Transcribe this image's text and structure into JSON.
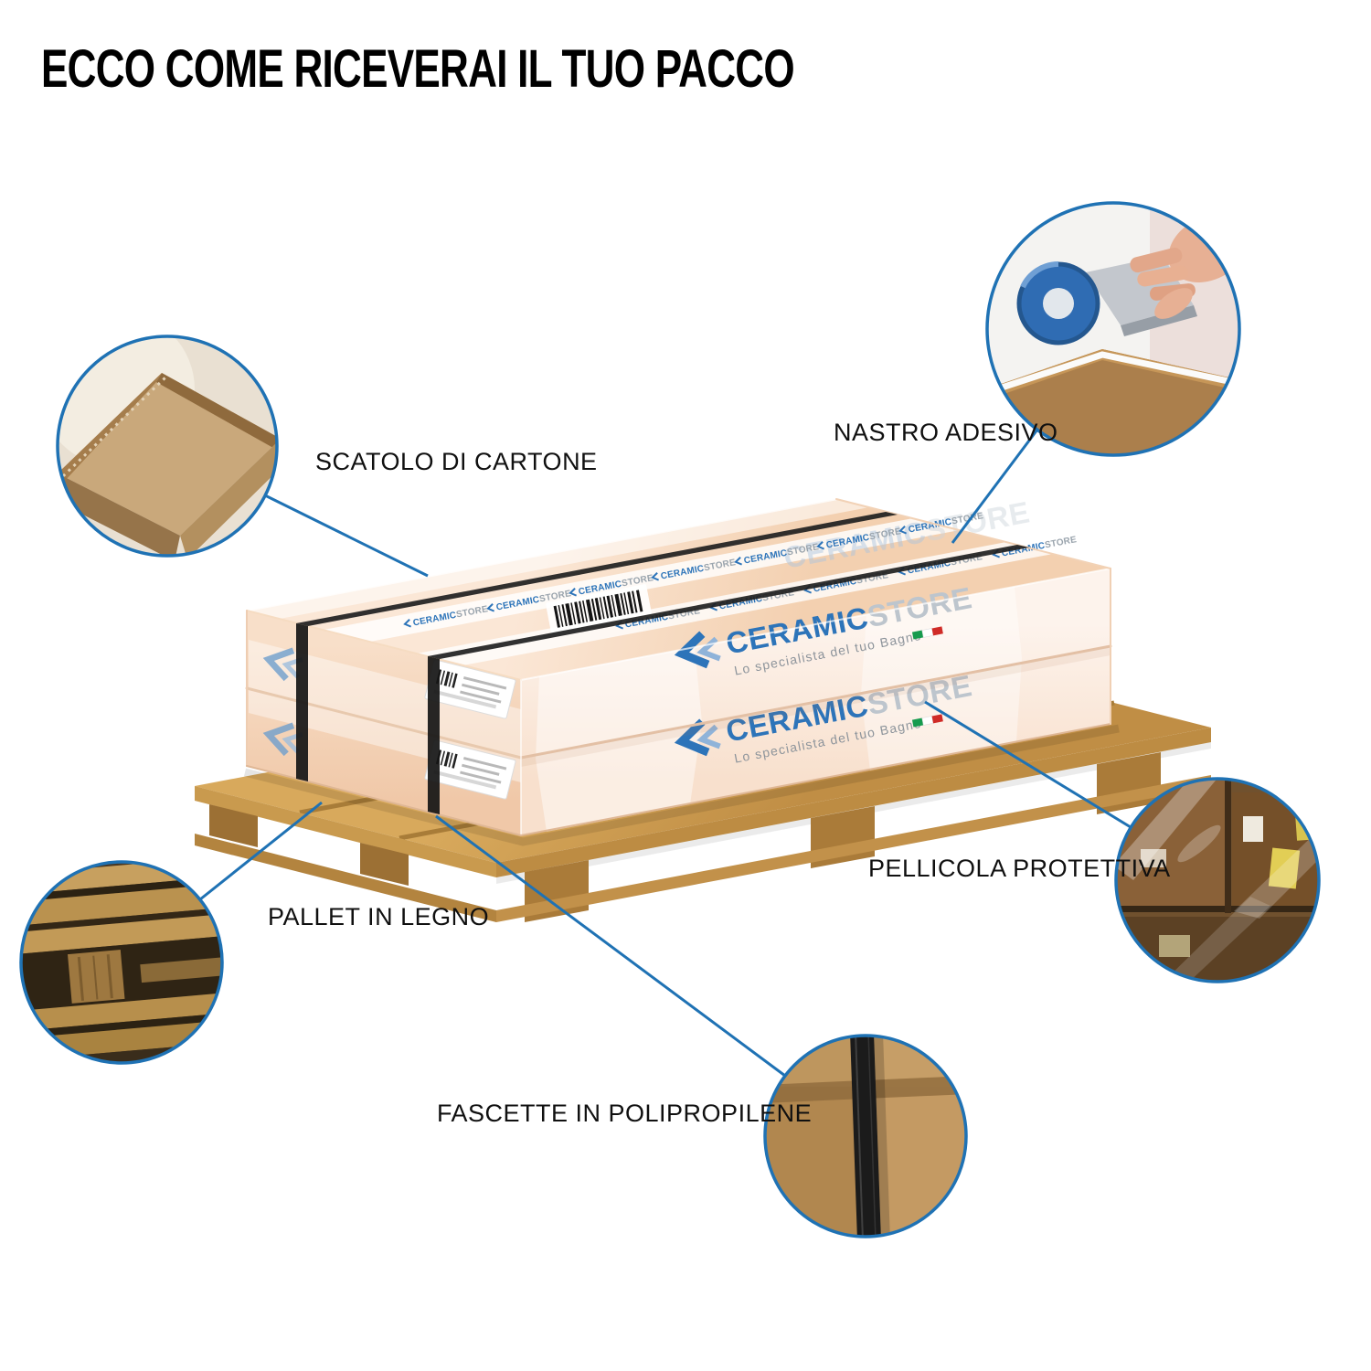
{
  "title": "ECCO COME RICEVERAI IL TUO PACCO",
  "callouts": {
    "scatolo": {
      "label": "SCATOLO DI CARTONE"
    },
    "nastro": {
      "label": "NASTRO ADESIVO"
    },
    "pellicola": {
      "label": "PELLICOLA PROTETTIVA"
    },
    "pallet": {
      "label": "PALLET IN LEGNO"
    },
    "fascette": {
      "label": "FASCETTE IN POLIPROPILENE"
    }
  },
  "brand": {
    "name_primary": "CERAMIC",
    "name_secondary": "STORE",
    "tagline": "Lo specialista del tuo Bagno"
  },
  "colors": {
    "accent_blue": "#1f72b4",
    "logo_blue": "#2d74b9",
    "logo_gray": "#bdc5cd",
    "box_peach": "#f6d8bf",
    "pallet_wood": "#d2a050",
    "strap_black": "#1f1f1f",
    "flag_green": "#169b4e",
    "flag_white": "#ffffff",
    "flag_red": "#d02b27"
  }
}
